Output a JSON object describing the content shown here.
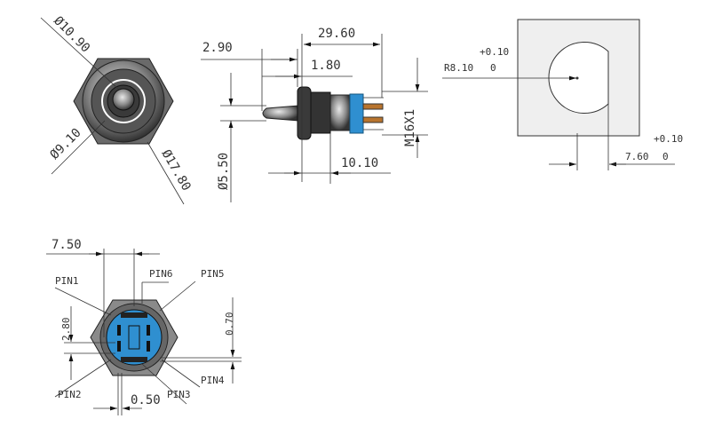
{
  "front_view": {
    "dia_outer_label": "Ø10.90",
    "dia_inner_label": "Ø9.10",
    "dia_nut_label": "Ø17.80"
  },
  "side_view": {
    "overall_length": "29.60",
    "lever_offset": "2.90",
    "flange": "1.80",
    "lever_dia": "Ø5.50",
    "body_length": "10.10",
    "thread": "M16X1"
  },
  "panel_cutout": {
    "radius_label": "R8.10",
    "radius_tol_upper": "+0.10",
    "radius_tol_lower": "0",
    "flat_label": "7.60",
    "flat_tol_upper": "+0.10",
    "flat_tol_lower": "0"
  },
  "pin_view": {
    "width_dim": "7.50",
    "height_dim": "2.80",
    "offset_dim": "0.70",
    "gap_dim": "0.50",
    "pins": [
      "PIN1",
      "PIN2",
      "PIN3",
      "PIN4",
      "PIN5",
      "PIN6"
    ]
  },
  "colors": {
    "insulator_blue": "#2f8fd0",
    "metal": "#555555",
    "cutout_fill": "#efefef"
  }
}
